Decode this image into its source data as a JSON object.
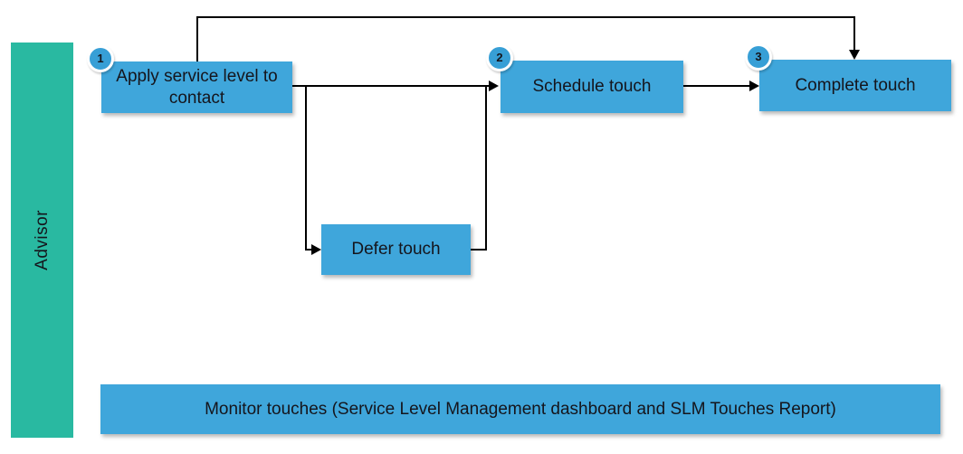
{
  "palette": {
    "node_blue": "#3FA6DB",
    "badge_blue": "#379FD6",
    "lane_teal": "#29B9A1",
    "connector_black": "#000000",
    "text_dark": "#15151c"
  },
  "lane": {
    "label": "Advisor"
  },
  "nodes": {
    "apply": {
      "number": "1",
      "label": "Apply service level to contact"
    },
    "schedule": {
      "number": "2",
      "label": "Schedule touch"
    },
    "complete": {
      "number": "3",
      "label": "Complete touch"
    },
    "defer": {
      "label": "Defer touch"
    },
    "monitor": {
      "label": "Monitor touches (Service Level Management dashboard and SLM Touches Report)"
    }
  }
}
